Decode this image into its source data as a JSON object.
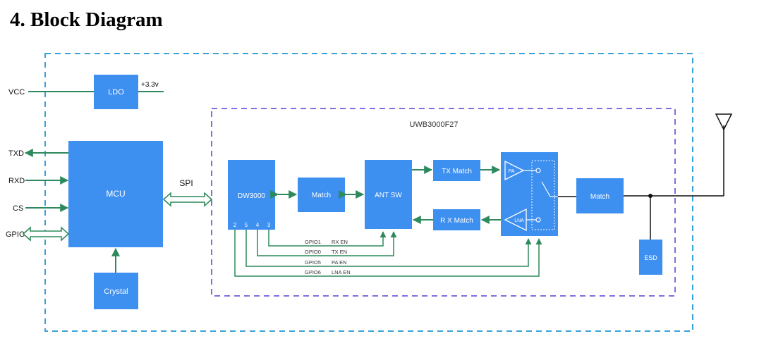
{
  "heading": "4. Block Diagram",
  "colors": {
    "block": "#3d8ff0",
    "wire": "#2e8a5c",
    "outer_border": "#3aa3d8",
    "inner_border": "#7d6fe0",
    "black": "#111111"
  },
  "blocks": {
    "ldo": "LDO",
    "mcu": "MCU",
    "crystal": "Crystal",
    "dw3000": "DW3000",
    "match1": "Match",
    "ant_sw": "ANT SW",
    "tx_match": "TX Match",
    "rx_match": "R X Match",
    "pa": "PA",
    "lna": "LNA",
    "match2": "Match",
    "esd": "ESD"
  },
  "signals": {
    "vcc": "VCC",
    "vout": "+3.3v",
    "txd": "TXD",
    "rxd": "RXD",
    "cs": "CS",
    "gpio": "GPIO",
    "spi": "SPI"
  },
  "module_label": "UWB3000F27",
  "dw_pins": [
    "2",
    "5",
    "4",
    "3"
  ],
  "gpio_lines": [
    {
      "pin": "GPIO1",
      "func": "RX EN"
    },
    {
      "pin": "GPIO0",
      "func": "TX EN"
    },
    {
      "pin": "GPIO5",
      "func": "PA EN"
    },
    {
      "pin": "GPIO6",
      "func": "LNA EN"
    }
  ]
}
